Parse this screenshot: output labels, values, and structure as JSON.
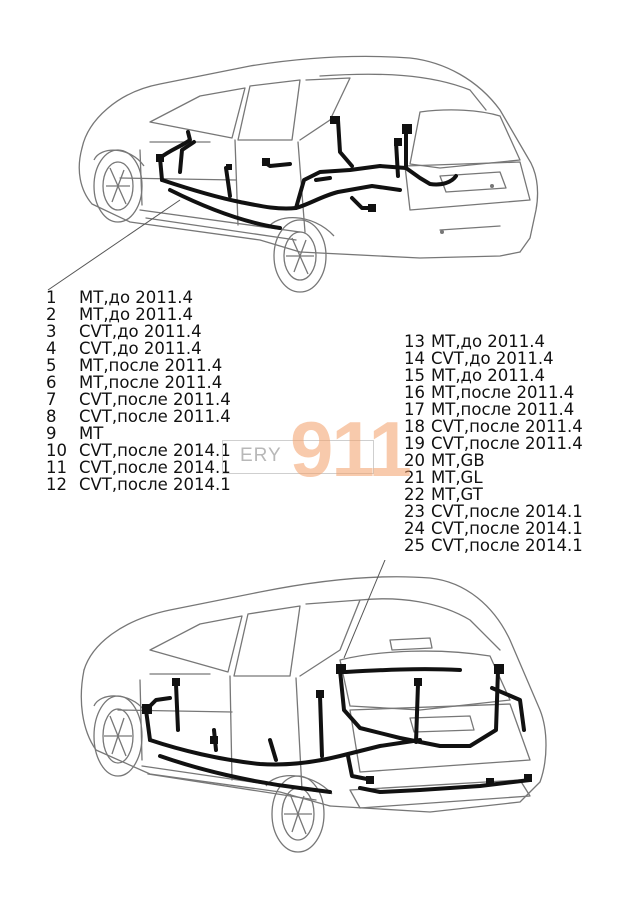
{
  "variants_left": [
    {
      "num": "1",
      "label": "МТ,до 2011.4"
    },
    {
      "num": "2",
      "label": "МТ,до 2011.4"
    },
    {
      "num": "3",
      "label": "CVT,до 2011.4"
    },
    {
      "num": "4",
      "label": "CVT,до 2011.4"
    },
    {
      "num": "5",
      "label": "МТ,после 2011.4"
    },
    {
      "num": "6",
      "label": "МТ,после 2011.4"
    },
    {
      "num": "7",
      "label": "CVT,после 2011.4"
    },
    {
      "num": "8",
      "label": "CVT,после 2011.4"
    },
    {
      "num": "9",
      "label": "МТ"
    },
    {
      "num": "10",
      "label": "CVT,после 2014.1"
    },
    {
      "num": "11",
      "label": "CVT,после 2014.1"
    },
    {
      "num": "12",
      "label": "CVT,после 2014.1"
    }
  ],
  "variants_right": [
    {
      "num": "13",
      "label": "МТ,до 2011.4"
    },
    {
      "num": "14",
      "label": "CVT,до 2011.4"
    },
    {
      "num": "15",
      "label": "МТ,до 2011.4"
    },
    {
      "num": "16",
      "label": "МТ,после 2011.4"
    },
    {
      "num": "17",
      "label": "МТ,после 2011.4"
    },
    {
      "num": "18",
      "label": "CVT,после 2011.4"
    },
    {
      "num": "19",
      "label": "CVT,после 2011.4"
    },
    {
      "num": "20",
      "label": "МТ,GB"
    },
    {
      "num": "21",
      "label": "МТ,GL"
    },
    {
      "num": "22",
      "label": "МТ,GT"
    },
    {
      "num": "23",
      "label": "CVT,после 2014.1"
    },
    {
      "num": "24",
      "label": "CVT,после 2014.1"
    },
    {
      "num": "25",
      "label": "CVT,после 2014.1"
    }
  ],
  "watermark": {
    "text": "ERY",
    "number": "911"
  },
  "colors": {
    "outline": "#777777",
    "harness": "#111111",
    "watermark_accent": "#f4a069"
  }
}
